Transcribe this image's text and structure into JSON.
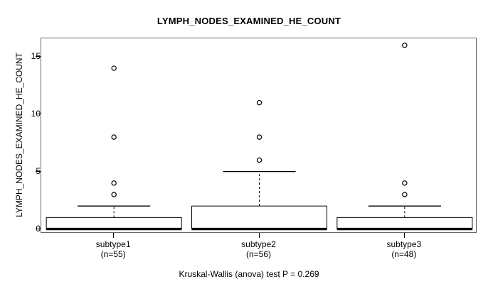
{
  "chart_data": {
    "type": "box",
    "title": "LYMPH_NODES_EXAMINED_HE_COUNT",
    "subtitle": "",
    "xlabel": "",
    "ylabel": "LYMPH_NODES_EXAMINED_HE_COUNT",
    "ylim": [
      -0.4,
      16.6
    ],
    "yticks": [
      0,
      5,
      10,
      15
    ],
    "ytick_labels": [
      "0",
      "5",
      "10",
      "15"
    ],
    "grid": false,
    "legend": "none",
    "categories": [
      "subtype1",
      "subtype2",
      "subtype3"
    ],
    "category_labels": [
      {
        "group": "subtype1",
        "count": "(n=55)",
        "n": 55
      },
      {
        "group": "subtype2",
        "count": "(n=56)",
        "n": 56
      },
      {
        "group": "subtype3",
        "count": "(n=48)",
        "n": 48
      }
    ],
    "boxes": [
      {
        "name": "subtype1",
        "n": 55,
        "whisker_low": 0,
        "q1": 0,
        "median": 0,
        "q3": 1,
        "whisker_high": 2,
        "outliers": [
          14,
          8,
          4,
          3
        ]
      },
      {
        "name": "subtype2",
        "n": 56,
        "whisker_low": 0,
        "q1": 0,
        "median": 0,
        "q3": 2,
        "whisker_high": 5,
        "outliers": [
          11,
          8,
          6
        ]
      },
      {
        "name": "subtype3",
        "n": 48,
        "whisker_low": 0,
        "q1": 0,
        "median": 0,
        "q3": 1,
        "whisker_high": 2,
        "outliers": [
          16,
          4,
          3
        ]
      }
    ],
    "annotation": "Kruskal-Wallis (anova) test P = 0.269",
    "colors": {
      "box_fill": "#ffffff",
      "box_border": "#000000",
      "median": "#000000",
      "whisker": "#000000",
      "outlier": "#000000",
      "axis": "#666666",
      "text": "#000000",
      "background": "#ffffff"
    }
  },
  "footer": {
    "test_result": "Kruskal-Wallis (anova) test P = 0.269"
  }
}
